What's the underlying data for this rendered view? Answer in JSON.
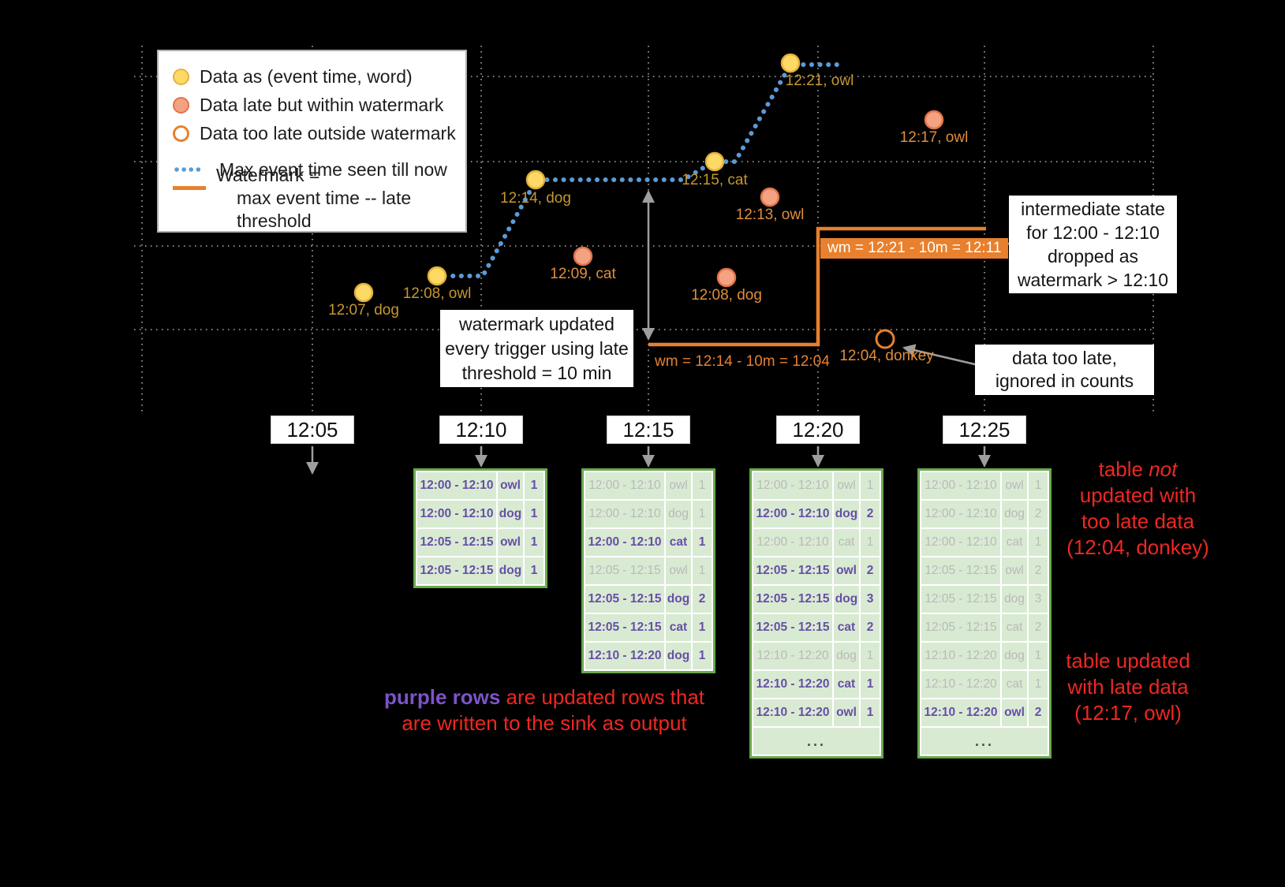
{
  "legend": {
    "items": [
      {
        "icon": "ontime-point-icon",
        "label": "Data as (event time, word)"
      },
      {
        "icon": "late-point-icon",
        "label": "Data late but within watermark"
      },
      {
        "icon": "toolate-point-icon",
        "label": "Data too late outside watermark"
      },
      {
        "icon": "max-event-time-line-icon",
        "label": "Max event time seen till now"
      },
      {
        "icon": "watermark-line-icon",
        "label": "Watermark =",
        "label2": "max event time -- late threshold"
      }
    ]
  },
  "points": [
    {
      "label": "12:07, dog",
      "kind": "ontime"
    },
    {
      "label": "12:08, owl",
      "kind": "ontime"
    },
    {
      "label": "12:14, dog",
      "kind": "ontime"
    },
    {
      "label": "12:15, cat",
      "kind": "ontime"
    },
    {
      "label": "12:21, owl",
      "kind": "ontime"
    },
    {
      "label": "12:09, cat",
      "kind": "late"
    },
    {
      "label": "12:13, owl",
      "kind": "late"
    },
    {
      "label": "12:08, dog",
      "kind": "late"
    },
    {
      "label": "12:17, owl",
      "kind": "late"
    },
    {
      "label": "12:04, donkey",
      "kind": "toolate"
    }
  ],
  "watermark": {
    "label1": "wm = 12:14 - 10m = 12:04",
    "label2": "wm = 12:21 - 10m = 12:11"
  },
  "triggers": [
    "12:05",
    "12:10",
    "12:15",
    "12:20",
    "12:25"
  ],
  "more_symbol": "...",
  "tables": [
    {
      "trigger": "12:10",
      "has_more": false,
      "rows": [
        {
          "window": "12:00 - 12:10",
          "word": "owl",
          "count": 1,
          "updated": true
        },
        {
          "window": "12:00 - 12:10",
          "word": "dog",
          "count": 1,
          "updated": true
        },
        {
          "window": "12:05 - 12:15",
          "word": "owl",
          "count": 1,
          "updated": true
        },
        {
          "window": "12:05 - 12:15",
          "word": "dog",
          "count": 1,
          "updated": true
        }
      ]
    },
    {
      "trigger": "12:15",
      "has_more": false,
      "rows": [
        {
          "window": "12:00 - 12:10",
          "word": "owl",
          "count": 1,
          "updated": false
        },
        {
          "window": "12:00 - 12:10",
          "word": "dog",
          "count": 1,
          "updated": false
        },
        {
          "window": "12:00 - 12:10",
          "word": "cat",
          "count": 1,
          "updated": true
        },
        {
          "window": "12:05 - 12:15",
          "word": "owl",
          "count": 1,
          "updated": false
        },
        {
          "window": "12:05 - 12:15",
          "word": "dog",
          "count": 2,
          "updated": true
        },
        {
          "window": "12:05 - 12:15",
          "word": "cat",
          "count": 1,
          "updated": true
        },
        {
          "window": "12:10 - 12:20",
          "word": "dog",
          "count": 1,
          "updated": true
        }
      ]
    },
    {
      "trigger": "12:20",
      "has_more": true,
      "rows": [
        {
          "window": "12:00 - 12:10",
          "word": "owl",
          "count": 1,
          "updated": false
        },
        {
          "window": "12:00 - 12:10",
          "word": "dog",
          "count": 2,
          "updated": true
        },
        {
          "window": "12:00 - 12:10",
          "word": "cat",
          "count": 1,
          "updated": false
        },
        {
          "window": "12:05 - 12:15",
          "word": "owl",
          "count": 2,
          "updated": true
        },
        {
          "window": "12:05 - 12:15",
          "word": "dog",
          "count": 3,
          "updated": true
        },
        {
          "window": "12:05 - 12:15",
          "word": "cat",
          "count": 2,
          "updated": true
        },
        {
          "window": "12:10 - 12:20",
          "word": "dog",
          "count": 1,
          "updated": false
        },
        {
          "window": "12:10 - 12:20",
          "word": "cat",
          "count": 1,
          "updated": true
        },
        {
          "window": "12:10 - 12:20",
          "word": "owl",
          "count": 1,
          "updated": true
        }
      ]
    },
    {
      "trigger": "12:25",
      "has_more": true,
      "rows": [
        {
          "window": "12:00 - 12:10",
          "word": "owl",
          "count": 1,
          "updated": false
        },
        {
          "window": "12:00 - 12:10",
          "word": "dog",
          "count": 2,
          "updated": false
        },
        {
          "window": "12:00 - 12:10",
          "word": "cat",
          "count": 1,
          "updated": false
        },
        {
          "window": "12:05 - 12:15",
          "word": "owl",
          "count": 2,
          "updated": false
        },
        {
          "window": "12:05 - 12:15",
          "word": "dog",
          "count": 3,
          "updated": false
        },
        {
          "window": "12:05 - 12:15",
          "word": "cat",
          "count": 2,
          "updated": false
        },
        {
          "window": "12:10 - 12:20",
          "word": "dog",
          "count": 1,
          "updated": false
        },
        {
          "window": "12:10 - 12:20",
          "word": "cat",
          "count": 1,
          "updated": false
        },
        {
          "window": "12:10 - 12:20",
          "word": "owl",
          "count": 2,
          "updated": true
        }
      ]
    }
  ],
  "callouts": {
    "watermark_update": "watermark updated\nevery trigger using late\nthreshold = 10 min",
    "intermediate_state": "intermediate state\nfor 12:00 - 12:10\ndropped as\nwatermark > 12:10",
    "too_late": "data too late,\nignored in counts"
  },
  "annotations": {
    "not_updated": {
      "line1_pre": "table ",
      "line1_italic": "not",
      "rest": "updated with\ntoo late data\n(12:04, donkey)"
    },
    "late_updated": "table updated\nwith late data\n(12:17, owl)",
    "purple_note": {
      "highlight": "purple rows",
      "rest": " are updated rows that\nare written to the sink as output"
    }
  },
  "colors": {
    "ontime_yellow": "#ffd966",
    "late_salmon": "#f3a382",
    "watermark_orange": "#e8802d",
    "max_event_blue": "#5b9bd5",
    "table_green": "#6aa84f",
    "table_cell_green": "#d9ead3",
    "updated_purple": "#674ea7",
    "stale_gray": "#b9b9b9",
    "note_red": "#ee2722"
  }
}
